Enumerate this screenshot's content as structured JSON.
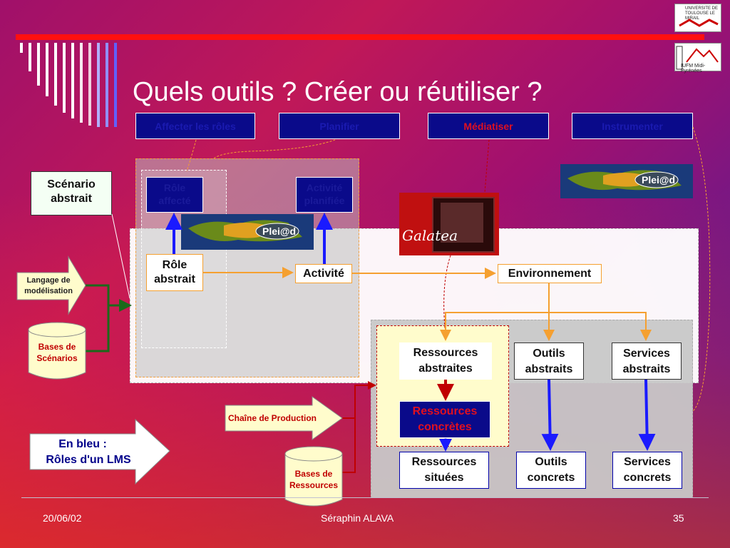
{
  "slide": {
    "title": "Quels outils ? Créer ou réutiliser ?",
    "footer_date": "20/06/02",
    "footer_author": "Séraphin ALAVA",
    "footer_page": "35"
  },
  "logos": {
    "univ_text": "UNIVERSITE DE TOULOUSE LE MIRAIL",
    "iufm_text": "IUFM Midi-Pyrénées",
    "pleiad_text": "Plei@d",
    "galatea_text": "Galatea"
  },
  "headers": {
    "affecter": "Affecter les rôles",
    "planifier": "Planifier",
    "mediatiser": "Médiatiser",
    "instrumenter": "Instrumenter"
  },
  "boxes": {
    "scenario_abstrait": "Scénario abstrait",
    "role_affecte": "Rôle affecté",
    "activite_planifiee": "Activité planifiée",
    "role_abstrait": "Rôle abstrait",
    "activite": "Activité",
    "environnement": "Environnement",
    "ressources_abstraites": "Ressources abstraites",
    "outils_abstraits": "Outils abstraits",
    "services_abstraits": "Services abstraits",
    "ressources_concretes": "Ressources concrètes",
    "ressources_situees": "Ressources situées",
    "outils_concrets": "Outils concrets",
    "services_concrets": "Services concrets"
  },
  "arrows": {
    "langage": "Langage de modélisation",
    "chaine": "Chaîne de Production",
    "en_bleu": "En bleu :",
    "roles_lms": "Rôles d'un LMS"
  },
  "cylinders": {
    "bases_scenarios": "Bases de Scénarios",
    "bases_ressources": "Bases de Ressources"
  },
  "colors": {
    "accent_red": "#ff1010",
    "blue_box": "#0a0a8a",
    "orange": "#f5a030",
    "dark_red": "#c00000",
    "cream": "#fffccc"
  }
}
